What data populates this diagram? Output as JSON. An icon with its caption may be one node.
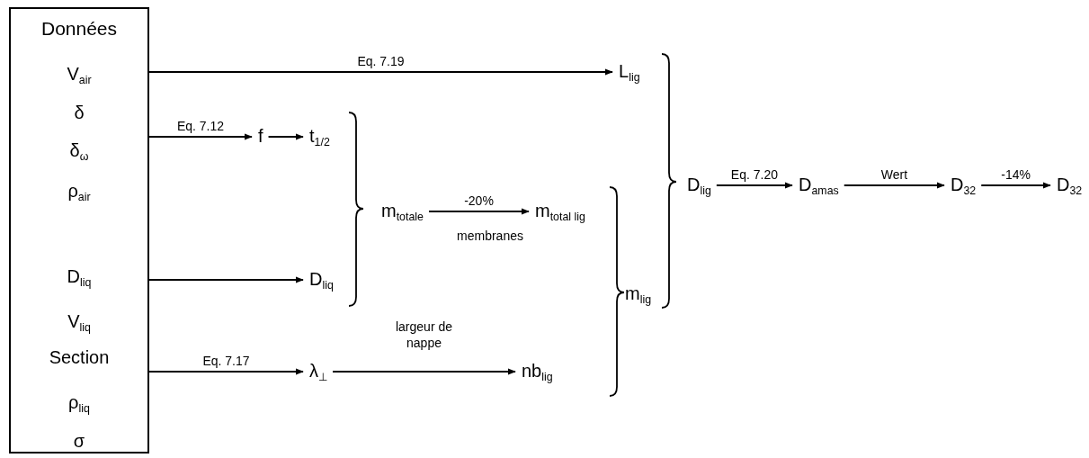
{
  "diagram": {
    "nodes": [
      {
        "text": [
          "Données",
          "V$_{air}$",
          "δ",
          "δ$_{ω}$",
          "ρ$_{air}$",
          "D$_{liq}$",
          "V$_{liq}$",
          "Section",
          "ρ$_{liq}$",
          "σ"
        ]
      },
      {
        "text": [
          "L$_{lig}$"
        ]
      },
      {
        "text": [
          "f"
        ]
      },
      {
        "text": [
          "t$_{1/2}$"
        ]
      },
      {
        "text": [
          "D$_{liq}$"
        ]
      },
      {
        "text": [
          "λ$_{⊥}$"
        ]
      },
      {
        "text": [
          "m$_{totale}$"
        ]
      },
      {
        "text": [
          "m$_{total lig}$"
        ]
      },
      {
        "text": [
          "nb$_{lig}$"
        ]
      },
      {
        "text": [
          "m$_{lig}$"
        ]
      },
      {
        "text": [
          "D$_{lig}$"
        ]
      },
      {
        "text": [
          "D$_{amas}$"
        ]
      },
      {
        "text": [
          "D$_{32}$"
        ]
      },
      {
        "text": [
          "D$_{32}$"
        ]
      }
    ],
    "edges": [
      {
        "from": 0,
        "to": 1,
        "arrow": "to",
        "label": "Eq. 7.19"
      },
      {
        "from": 0,
        "to": 2,
        "arrow": "to",
        "label": "Eq. 7.12"
      },
      {
        "from": 2,
        "to": 3,
        "arrow": "to"
      },
      {
        "from": 0,
        "to": 4,
        "arrow": "to"
      },
      {
        "from": 0,
        "to": 5,
        "arrow": "to",
        "label": "Eq. 7.17"
      },
      {
        "from": 6,
        "to": 7,
        "arrow": "to",
        "label": "-20%"
      },
      {
        "from": 5,
        "to": 8,
        "arrow": "to",
        "label": "largeur de nappe"
      },
      {
        "from": 10,
        "to": 11,
        "arrow": "to",
        "label": "Eq. 7.20"
      },
      {
        "from": 11,
        "to": 12,
        "arrow": "to",
        "label": "Wert"
      },
      {
        "from": 12,
        "to": 13,
        "arrow": "to",
        "label": "-14%"
      }
    ],
    "labels": [
      "membranes"
    ]
  }
}
